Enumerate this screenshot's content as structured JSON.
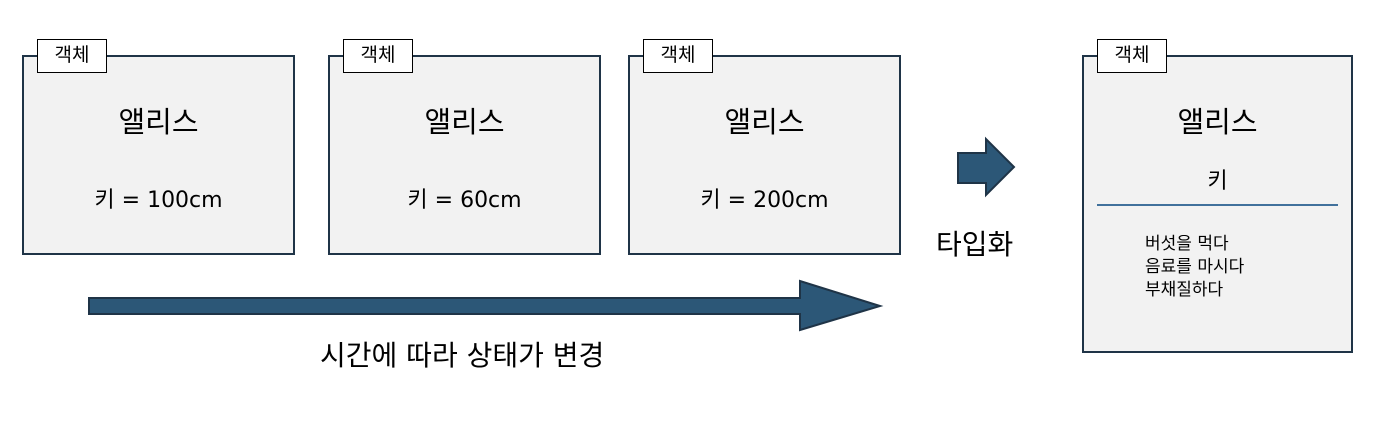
{
  "colors": {
    "box_fill": "#f2f2f2",
    "box_border": "#1f3447",
    "arrow_fill": "#2c5777",
    "divider": "#41719c"
  },
  "states": [
    {
      "tag": "객체",
      "name": "앨리스",
      "value": "키 = 100cm"
    },
    {
      "tag": "객체",
      "name": "앨리스",
      "value": "키 = 60cm"
    },
    {
      "tag": "객체",
      "name": "앨리스",
      "value": "키 = 200cm"
    }
  ],
  "time_arrow": {
    "icon": "long-right-arrow-icon",
    "label": "시간에 따라 상태가 변경"
  },
  "typing": {
    "icon": "right-arrow-icon",
    "label": "타입화"
  },
  "type_box": {
    "tag": "객체",
    "name": "앨리스",
    "field": "키",
    "methods": [
      "버섯을 먹다",
      "음료를 마시다",
      "부채질하다"
    ]
  }
}
